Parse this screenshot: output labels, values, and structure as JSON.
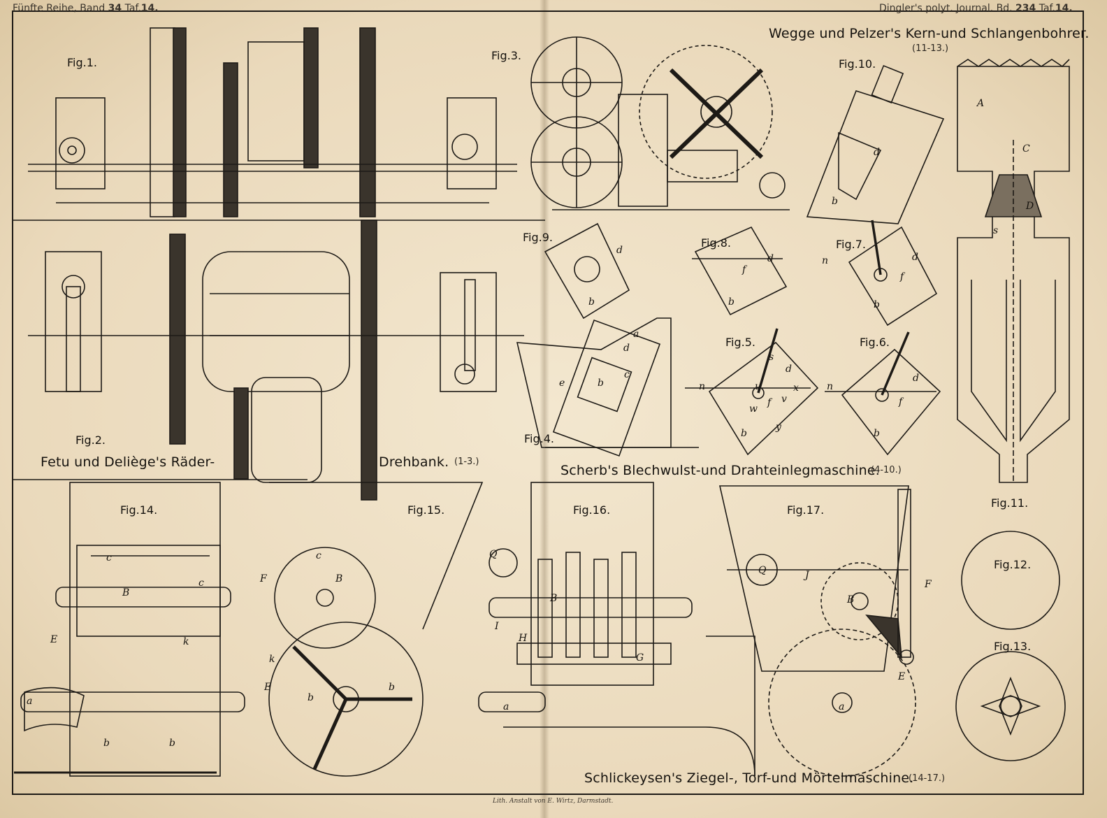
{
  "header": {
    "left_series": "Fünfte Reihe, Band",
    "left_band": "34",
    "left_taf_label": "Taf.",
    "left_taf": "14.",
    "right_journal": "Dingler's polyt. Journal. Bd.",
    "right_band": "234",
    "right_taf_label": "Taf.",
    "right_taf": "14."
  },
  "titles": {
    "wegge": "Wegge und Pelzer's Kern-und Schlangenbohrer.",
    "wegge_range": "(11-13.)",
    "fetu": "Fetu und Deliège's Räder-",
    "drehbank": "Drehbank.",
    "drehbank_range": "(1-3.)",
    "scherb": "Scherb's Blechwulst-und Drahteinlegmaschine.",
    "scherb_range": "(4-10.)",
    "schlickeysen": "Schlickeysen's Ziegel-, Torf-und Mörtelmaschine.",
    "schlickeysen_range": "(14-17.)"
  },
  "figures": {
    "f1": "Fig.1.",
    "f2": "Fig.2.",
    "f3": "Fig.3.",
    "f4": "Fig.4.",
    "f5": "Fig.5.",
    "f6": "Fig.6.",
    "f7": "Fig.7.",
    "f8": "Fig.8.",
    "f9": "Fig.9.",
    "f10": "Fig.10.",
    "f11": "Fig.11.",
    "f12": "Fig.12.",
    "f13": "Fig.13.",
    "f14": "Fig.14.",
    "f15": "Fig.15.",
    "f16": "Fig.16.",
    "f17": "Fig.17."
  },
  "letters": {
    "a": "a",
    "b": "b",
    "c": "c",
    "d": "d",
    "e": "e",
    "f": "f",
    "k": "k",
    "n": "n",
    "s": "s",
    "u": "u",
    "v": "v",
    "w": "w",
    "x": "x",
    "y": "y",
    "A": "A",
    "B": "B",
    "C": "C",
    "D": "D",
    "E": "E",
    "F": "F",
    "G": "G",
    "H": "H",
    "I": "I",
    "J": "J",
    "Q": "Q"
  },
  "imprint": "Lith. Anstalt von E. Wirtz, Darmstadt."
}
